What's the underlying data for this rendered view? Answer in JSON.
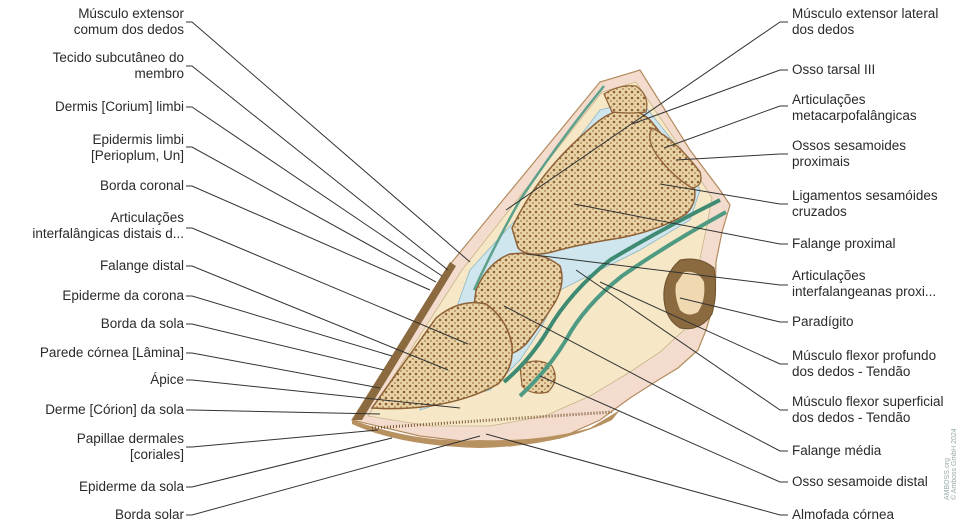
{
  "labels_left": [
    {
      "id": "musculo-extensor-comum",
      "lines": [
        "Músculo extensor",
        "comum dos dedos"
      ]
    },
    {
      "id": "tecido-subcutaneo",
      "lines": [
        "Tecido subcutâneo do",
        "membro"
      ]
    },
    {
      "id": "dermis-limbi",
      "lines": [
        "Dermis [Corium] limbi"
      ]
    },
    {
      "id": "epidermis-limbi",
      "lines": [
        "Epidermis limbi",
        "[Perioplum, Un]"
      ]
    },
    {
      "id": "borda-coronal",
      "lines": [
        "Borda coronal"
      ]
    },
    {
      "id": "articulacoes-interfalangicas-distais",
      "lines": [
        "Articulações",
        "interfalângicas distais d..."
      ]
    },
    {
      "id": "falange-distal",
      "lines": [
        "Falange distal"
      ]
    },
    {
      "id": "epiderme-corona",
      "lines": [
        "Epiderme da corona"
      ]
    },
    {
      "id": "borda-sola",
      "lines": [
        "Borda da sola"
      ]
    },
    {
      "id": "parede-cornea",
      "lines": [
        "Parede córnea  [Lâmina]"
      ]
    },
    {
      "id": "apice",
      "lines": [
        "Ápice"
      ]
    },
    {
      "id": "derme-corion-sola",
      "lines": [
        "Derme [Córion] da sola"
      ]
    },
    {
      "id": "papillae-dermales",
      "lines": [
        "Papillae dermales",
        "[coriales]"
      ]
    },
    {
      "id": "epiderme-sola",
      "lines": [
        "Epiderme da sola"
      ]
    },
    {
      "id": "borda-solar",
      "lines": [
        "Borda solar"
      ]
    }
  ],
  "labels_right": [
    {
      "id": "musculo-extensor-lateral",
      "lines": [
        "Músculo extensor lateral",
        "dos dedos"
      ]
    },
    {
      "id": "osso-tarsal-iii",
      "lines": [
        "Osso tarsal III"
      ]
    },
    {
      "id": "articulacoes-metacarpofalangicas",
      "lines": [
        "Articulações",
        "metacarpofalângicas"
      ]
    },
    {
      "id": "ossos-sesamoides-proximais",
      "lines": [
        "Ossos sesamoides",
        "proximais"
      ]
    },
    {
      "id": "ligamentos-sesamoides-cruzados",
      "lines": [
        "Ligamentos sesamóides",
        "cruzados"
      ]
    },
    {
      "id": "falange-proximal",
      "lines": [
        "Falange proximal"
      ]
    },
    {
      "id": "articulacoes-interfalangeanas-proximais",
      "lines": [
        "Articulações",
        "interfalangeanas proxi..."
      ]
    },
    {
      "id": "paradigito",
      "lines": [
        "Paradígito"
      ]
    },
    {
      "id": "musculo-flexor-profundo",
      "lines": [
        "Músculo flexor profundo",
        "dos dedos - Tendão"
      ]
    },
    {
      "id": "musculo-flexor-superficial",
      "lines": [
        "Músculo flexor superficial",
        "dos dedos - Tendão"
      ]
    },
    {
      "id": "falange-media",
      "lines": [
        "Falange média"
      ]
    },
    {
      "id": "osso-sesamoide-distal",
      "lines": [
        "Osso sesamoide distal"
      ]
    },
    {
      "id": "almofada-cornea",
      "lines": [
        "Almofada córnea"
      ]
    }
  ],
  "watermark": {
    "lines": [
      "AMBOSS.org",
      "© Amboss GmbH 2024"
    ]
  },
  "colors": {
    "bone_fill": "#e6d2a8",
    "bone_spots": "#9c6d3d",
    "cartilage": "#cfe6ee",
    "tendon": "#3f8a73",
    "skin_outer": "#c6a66e",
    "dermis": "#f2d9c8",
    "hoof_wall": "#8a6a3e",
    "sole": "#b89160",
    "leader_line": "#333333"
  }
}
